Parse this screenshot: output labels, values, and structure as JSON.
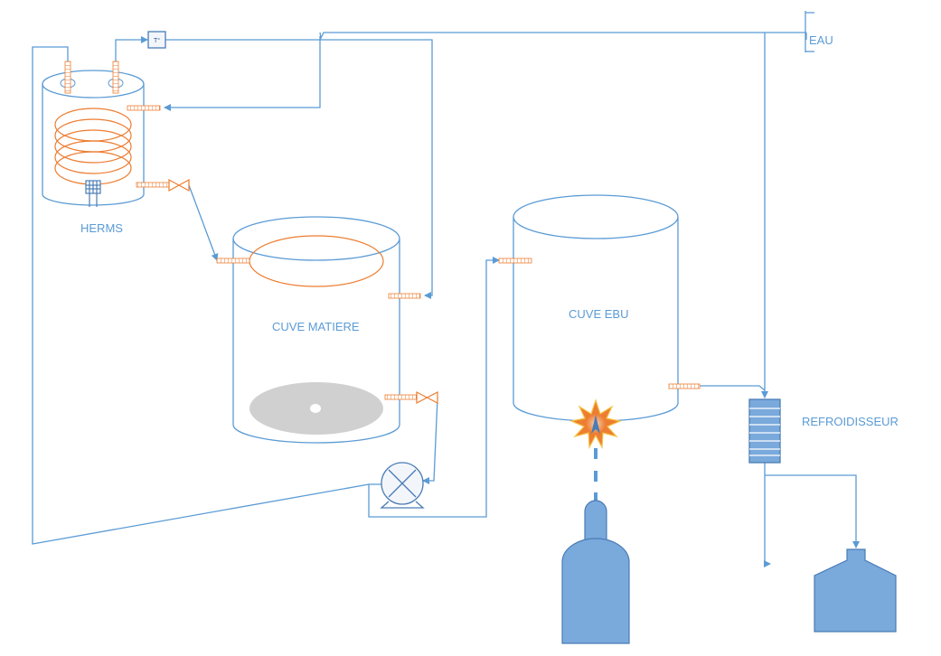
{
  "labels": {
    "herms": "HERMS",
    "cuve_matiere": "CUVE MATIERE",
    "cuve_ebu": "CUVE EBU",
    "refroidisseur": "REFROIDISSEUR",
    "eau": "EAU",
    "temp_symbol": "T°"
  },
  "colors": {
    "line_blue": "#5b9bd5",
    "coil_orange": "#ed7d31",
    "fill_blue": "#7aa9dc",
    "false_bottom_gray": "#d0d0d0"
  }
}
